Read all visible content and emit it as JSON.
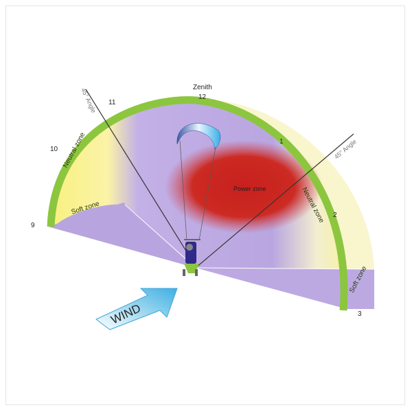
{
  "labels": {
    "zenith": "Zenith",
    "positions": [
      "12",
      "11",
      "10",
      "9",
      "1",
      "2",
      "3"
    ],
    "angle_left": "45° Angle",
    "angle_right": "45° Angle",
    "neutral_left": "Neutral zone",
    "neutral_right": "Neutral zone",
    "soft_left": "Soft zone",
    "soft_right": "Soft zone",
    "power": "Power zone",
    "wind": "WIND"
  },
  "colors": {
    "neutral": "#8cc63f",
    "soft": "#fbf39a",
    "window": "#b9a6e0",
    "power": "#c8201e",
    "kite": "#5ab8e6",
    "wind_arrow": "#4fb6e3"
  }
}
